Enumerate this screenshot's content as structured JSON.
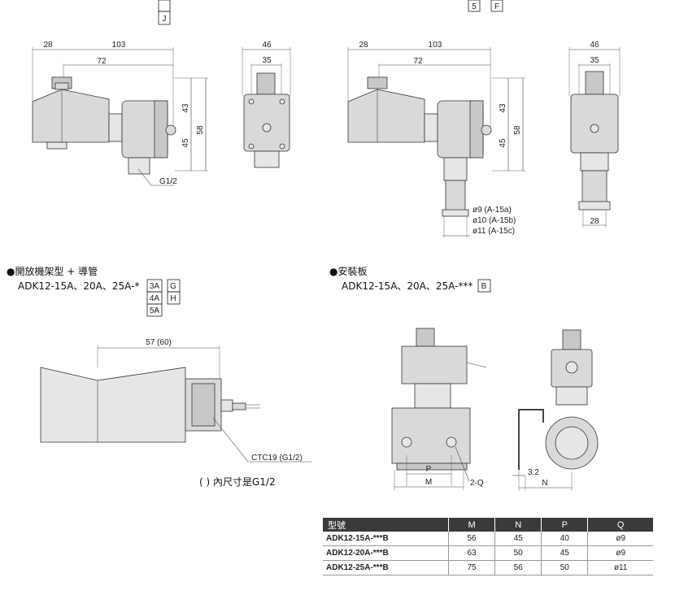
{
  "top_codes": {
    "left_code": "J",
    "right_code_1": "5",
    "right_code_2": "F"
  },
  "dims_std": {
    "d28": "28",
    "d103": "103",
    "d72": "72",
    "d43": "43",
    "d58": "58",
    "d45": "45",
    "thread": "G1/2",
    "d46": "46",
    "d35": "35"
  },
  "dims_pipe": {
    "d28": "28",
    "d103": "103",
    "d72": "72",
    "d43": "43",
    "d58": "58",
    "d45": "45",
    "phi9": "ø9 (A-15a)",
    "phi10": "ø10 (A-15b)",
    "phi11": "ø11 (A-15c)",
    "d46": "46",
    "d35": "35",
    "d28b": "28"
  },
  "section_open": {
    "title": "●開放機架型 + 導管",
    "model": "ADK12-15A、20A、25A-*",
    "codes_col1": [
      "3A",
      "4A",
      "5A"
    ],
    "codes_col2": [
      "G",
      "H"
    ],
    "dim": "57 (60)",
    "ctc": "CTC19 (G1/2)",
    "note": "(  ) 內尺寸是G1/2"
  },
  "section_plate": {
    "title": "●安裝板",
    "model": "ADK12-15A、20A、25A-***",
    "code": "B",
    "labels": {
      "p": "P",
      "m": "M",
      "q": "2-Q",
      "d32": "3.2",
      "n": "N"
    }
  },
  "table": {
    "headers": [
      "型號",
      "M",
      "N",
      "P",
      "Q"
    ],
    "rows": [
      [
        "ADK12-15A-***B",
        "56",
        "45",
        "40",
        "ø9"
      ],
      [
        "ADK12-20A-***B",
        "63",
        "50",
        "45",
        "ø9"
      ],
      [
        "ADK12-25A-***B",
        "75",
        "56",
        "50",
        "ø11"
      ]
    ]
  }
}
